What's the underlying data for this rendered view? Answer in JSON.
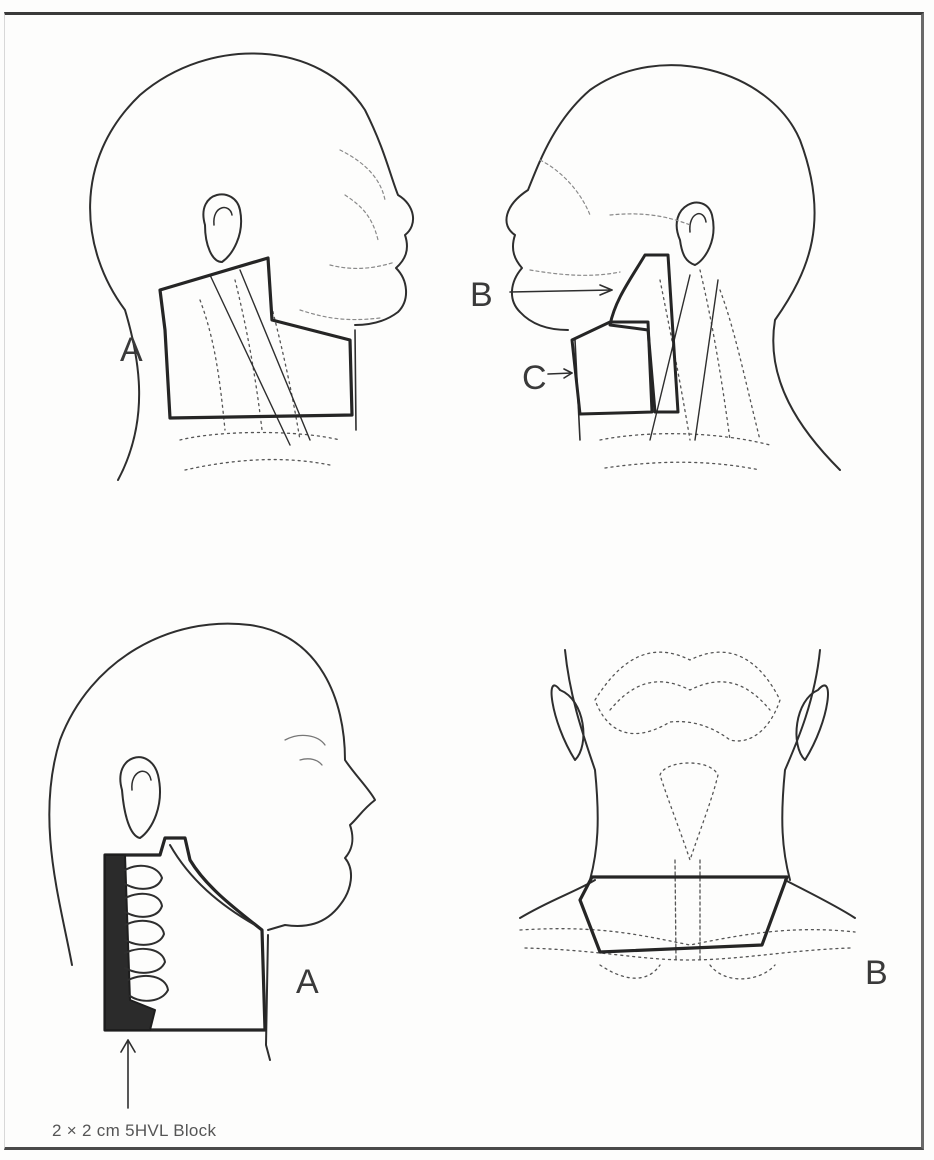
{
  "panels": {
    "top_left": {
      "label": "A"
    },
    "top_right": {
      "label_b": "B",
      "label_c": "C"
    },
    "bottom_left": {
      "label": "A",
      "caption": "2 × 2 cm 5HVL Block"
    },
    "bottom_right": {
      "label": "B"
    }
  },
  "colors": {
    "ink": "#2e2e2e",
    "faint_ink": "#8a8a8a",
    "block_fill": "#2b2b2b"
  }
}
